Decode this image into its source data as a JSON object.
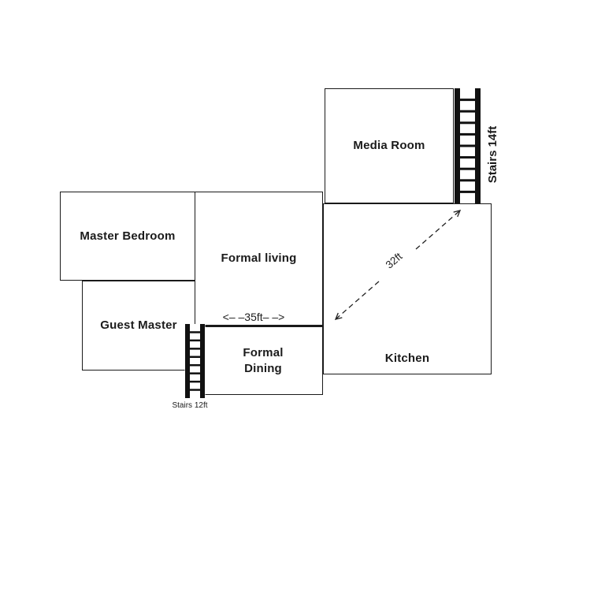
{
  "colors": {
    "wall": "#1a1a1a",
    "text": "#1b1b1b",
    "stairs": "#111111",
    "background": "#ffffff"
  },
  "rooms": {
    "media_room": {
      "label": "Media Room"
    },
    "master_bedroom": {
      "label": "Master Bedroom"
    },
    "formal_living": {
      "label": "Formal living"
    },
    "guest_master": {
      "label": "Guest Master"
    },
    "formal_dining": {
      "line1": "Formal",
      "line2": "Dining"
    },
    "kitchen": {
      "label": "Kitchen"
    }
  },
  "stairs": {
    "upper": {
      "label": "Stairs 14ft"
    },
    "lower": {
      "label": "Stairs 12ft"
    }
  },
  "dimensions": {
    "living_width": "<– –35ft– –>",
    "kitchen_diagonal": "32ft"
  }
}
